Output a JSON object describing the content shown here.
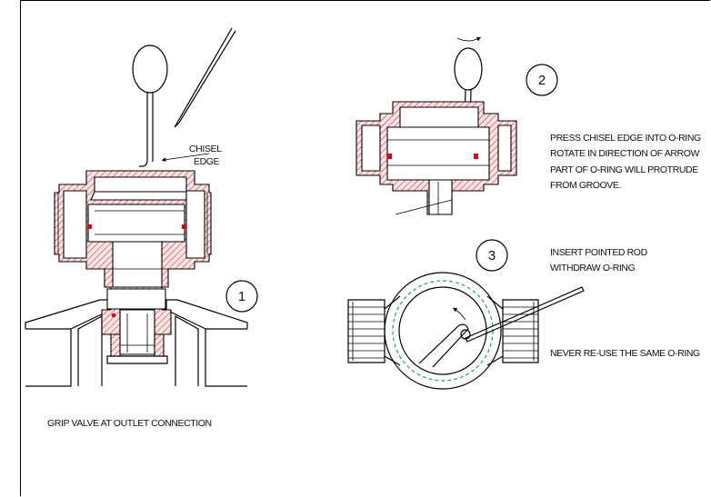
{
  "labels": {
    "chisel_edge_line1": "CHISEL",
    "chisel_edge_line2": "EDGE",
    "step2_line1": "PRESS CHISEL EDGE INTO O-RING",
    "step2_line2": "ROTATE IN DIRECTION OF ARROW",
    "step2_line3": "PART OF O-RING WILL PROTRUDE",
    "step2_line4": "FROM GROOVE.",
    "step3_line1": "INSERT POINTED ROD",
    "step3_line2": "WITHDRAW O-RING",
    "never_reuse": "NEVER RE-USE THE SAME O-RING",
    "grip_valve": "GRIP VALVE AT OUTLET CONNECTION"
  },
  "steps": {
    "one": "1",
    "two": "2",
    "three": "3"
  },
  "colors": {
    "hatch": "#d9363e",
    "oring": "#e0001a",
    "groove_dashed": "#1aa84a",
    "line": "#000000"
  }
}
